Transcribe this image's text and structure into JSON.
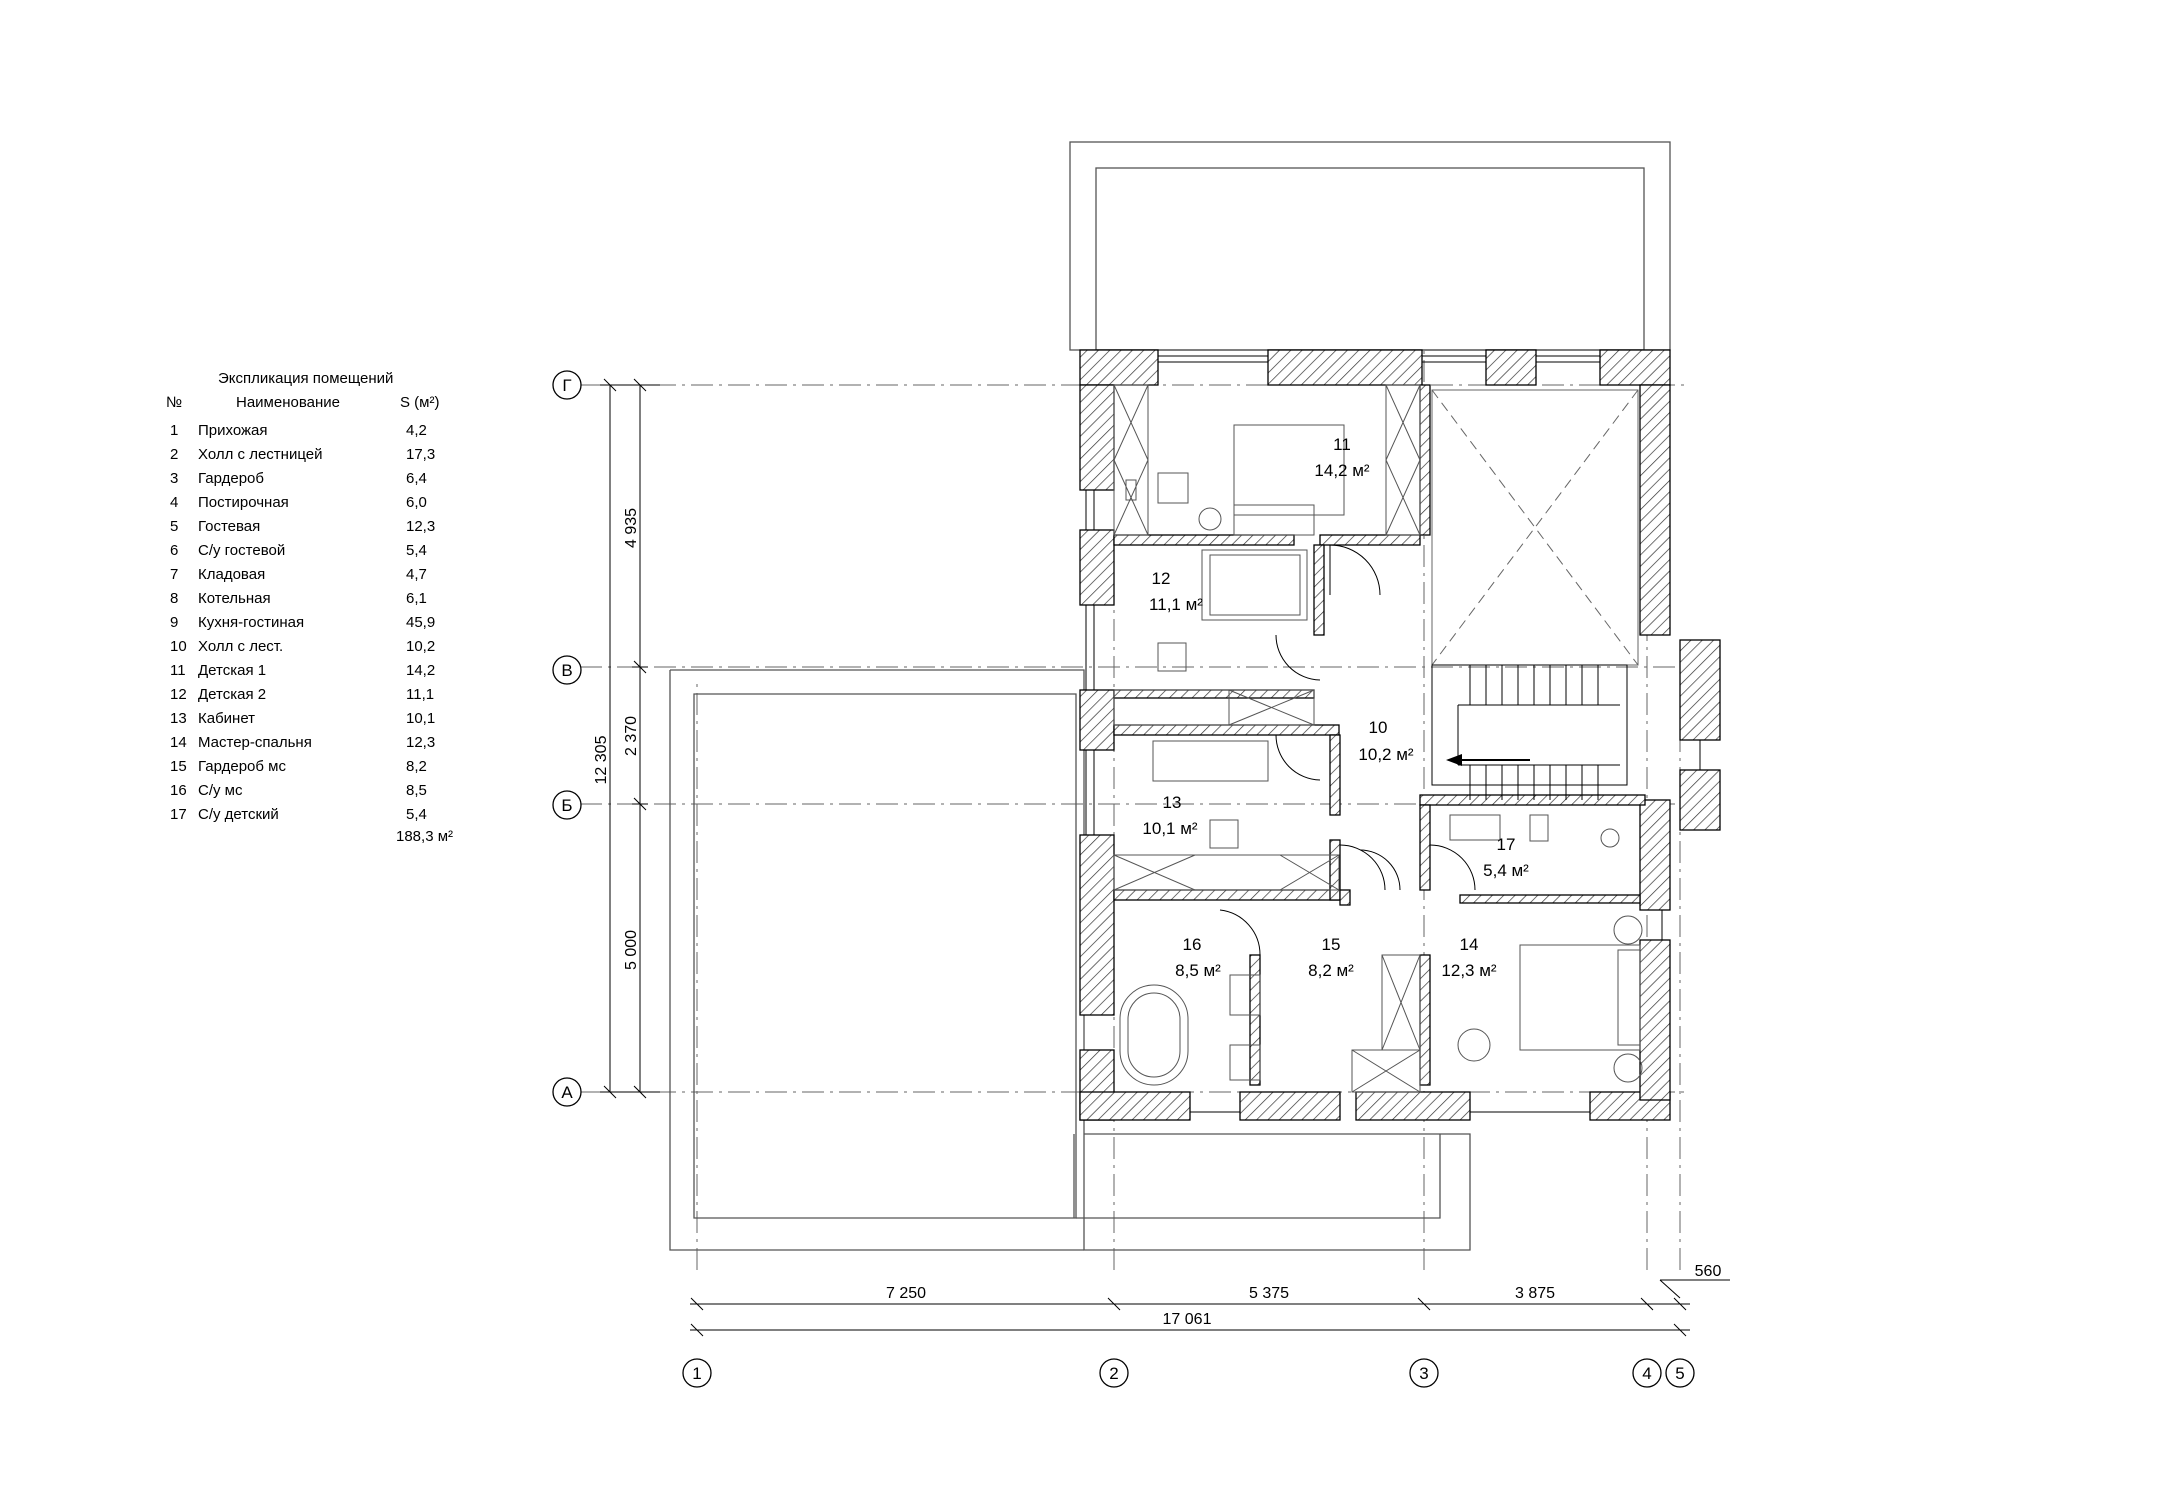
{
  "legend": {
    "title": "Экспликация помещений",
    "header": {
      "no": "№",
      "name": "Наименование",
      "area": "S (м²)"
    },
    "rows": [
      {
        "no": "1",
        "name": "Прихожая",
        "area": "4,2"
      },
      {
        "no": "2",
        "name": "Холл с лестницей",
        "area": "17,3"
      },
      {
        "no": "3",
        "name": "Гардероб",
        "area": "6,4"
      },
      {
        "no": "4",
        "name": "Постирочная",
        "area": "6,0"
      },
      {
        "no": "5",
        "name": "Гостевая",
        "area": "12,3"
      },
      {
        "no": "6",
        "name": "С/у гостевой",
        "area": "5,4"
      },
      {
        "no": "7",
        "name": "Кладовая",
        "area": "4,7"
      },
      {
        "no": "8",
        "name": "Котельная",
        "area": "6,1"
      },
      {
        "no": "9",
        "name": "Кухня-гостиная",
        "area": "45,9"
      },
      {
        "no": "10",
        "name": "Холл с лест.",
        "area": "10,2"
      },
      {
        "no": "11",
        "name": "Детская 1",
        "area": "14,2"
      },
      {
        "no": "12",
        "name": "Детская 2",
        "area": "11,1"
      },
      {
        "no": "13",
        "name": "Кабинет",
        "area": "10,1"
      },
      {
        "no": "14",
        "name": "Мастер-спальня",
        "area": "12,3"
      },
      {
        "no": "15",
        "name": "Гардероб мс",
        "area": "8,2"
      },
      {
        "no": "16",
        "name": "С/у мс",
        "area": "8,5"
      },
      {
        "no": "17",
        "name": "С/у детский",
        "area": "5,4"
      }
    ],
    "total": "188,3 м²"
  },
  "axes": {
    "rows": [
      "Г",
      "В",
      "Б",
      "А"
    ],
    "columns": [
      "1",
      "2",
      "3",
      "4",
      "5"
    ]
  },
  "dimensions": {
    "horizontal": [
      "7 250",
      "5 375",
      "3 875",
      "560"
    ],
    "overall_horizontal": "17 061",
    "vertical": [
      "4 935",
      "2 370",
      "5 000"
    ],
    "overall_vertical": "12 305"
  },
  "rooms": [
    {
      "no": "11",
      "area": "14,2 м²"
    },
    {
      "no": "12",
      "area": "11,1 м²"
    },
    {
      "no": "10",
      "area": "10,2 м²"
    },
    {
      "no": "13",
      "area": "10,1 м²"
    },
    {
      "no": "17",
      "area": "5,4 м²"
    },
    {
      "no": "16",
      "area": "8,5 м²"
    },
    {
      "no": "15",
      "area": "8,2 м²"
    },
    {
      "no": "14",
      "area": "12,3 м²"
    }
  ]
}
